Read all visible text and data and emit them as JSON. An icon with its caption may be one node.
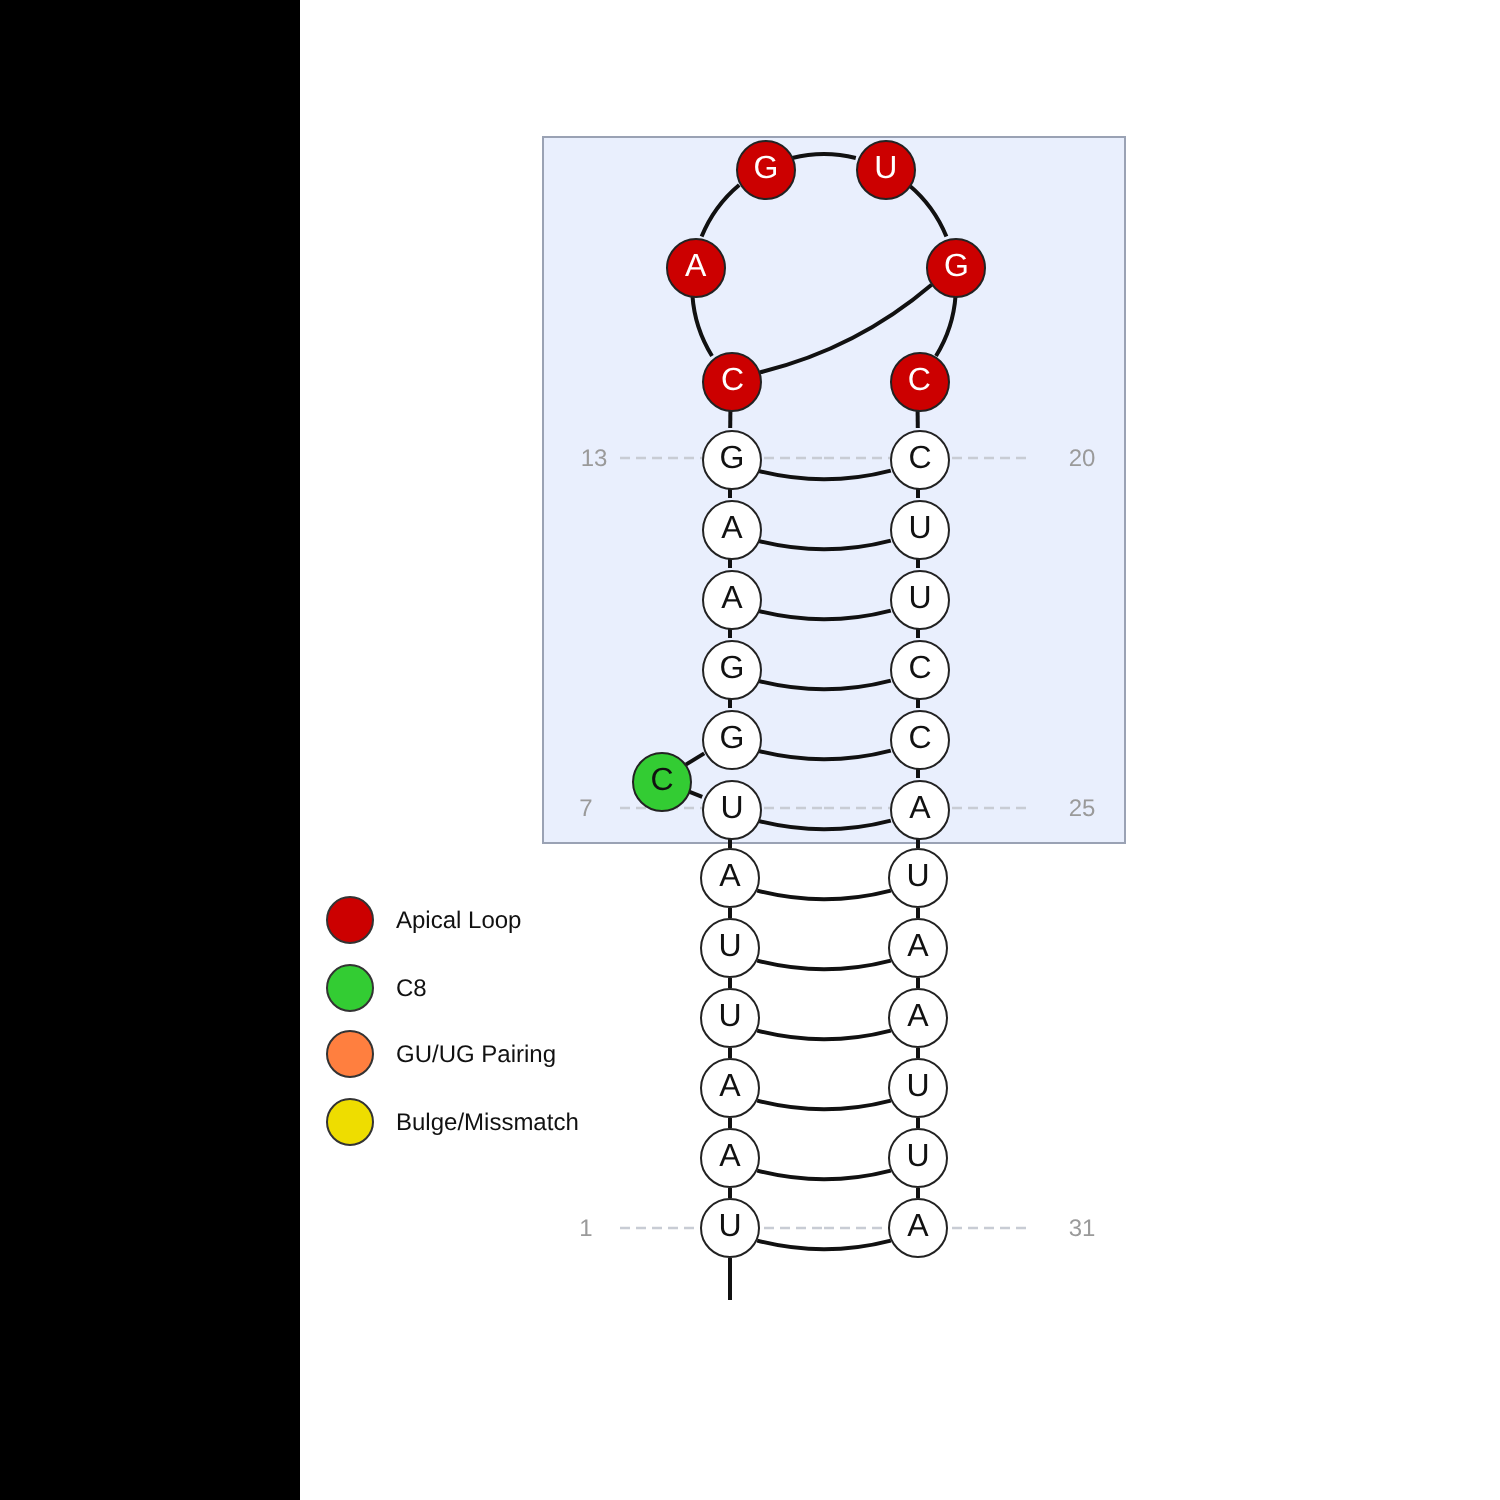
{
  "diagram": {
    "nodes": [
      {
        "text": [],
        "shape": "box"
      },
      {
        "text": [
          "U"
        ]
      },
      {
        "text": [
          "A"
        ]
      },
      {
        "text": [
          "A"
        ]
      },
      {
        "text": [
          "U"
        ]
      },
      {
        "text": [
          "U"
        ]
      },
      {
        "text": [
          "A"
        ]
      },
      {
        "text": [
          "U"
        ],
        "in": 0
      },
      {
        "text": [
          "C"
        ],
        "in": 0
      },
      {
        "text": [
          "G"
        ],
        "in": 0
      },
      {
        "text": [
          "G"
        ],
        "in": 0
      },
      {
        "text": [
          "A"
        ],
        "in": 0
      },
      {
        "text": [
          "A"
        ],
        "in": 0
      },
      {
        "text": [
          "G"
        ],
        "in": 0
      },
      {
        "text": [
          "C"
        ],
        "in": 0
      },
      {
        "text": [
          "A"
        ],
        "in": 0
      },
      {
        "text": [
          "G"
        ],
        "in": 0
      },
      {
        "text": [
          "U"
        ],
        "in": 0
      },
      {
        "text": [
          "G"
        ],
        "in": 0
      },
      {
        "text": [
          "C"
        ],
        "in": 0
      },
      {
        "text": [
          "C"
        ],
        "in": 0
      },
      {
        "text": [
          "U"
        ],
        "in": 0
      },
      {
        "text": [
          "U"
        ],
        "in": 0
      },
      {
        "text": [
          "C"
        ],
        "in": 0
      },
      {
        "text": [
          "C"
        ],
        "in": 0
      },
      {
        "text": [
          "A"
        ],
        "in": 0
      },
      {
        "text": [
          "U"
        ]
      },
      {
        "text": [
          "A"
        ]
      },
      {
        "text": [
          "A"
        ]
      },
      {
        "text": [
          "U"
        ]
      },
      {
        "text": [
          "U"
        ]
      },
      {
        "text": [
          "A"
        ]
      }
    ],
    "edges": [
      {
        "from": null,
        "to": 1,
        "arrow": "none"
      },
      {
        "from": 1,
        "to": 2,
        "arrow": "none"
      },
      {
        "from": 2,
        "to": 3,
        "arrow": "none"
      },
      {
        "from": 3,
        "to": 4,
        "arrow": "none"
      },
      {
        "from": 4,
        "to": 5,
        "arrow": "none"
      },
      {
        "from": 5,
        "to": 6,
        "arrow": "none"
      },
      {
        "from": 6,
        "to": 7,
        "arrow": "none"
      },
      {
        "from": 7,
        "to": 8,
        "arrow": "none"
      },
      {
        "from": 8,
        "to": 9,
        "arrow": "none"
      },
      {
        "from": 9,
        "to": 10,
        "arrow": "none"
      },
      {
        "from": 10,
        "to": 11,
        "arrow": "none"
      },
      {
        "from": 11,
        "to": 12,
        "arrow": "none"
      },
      {
        "from": 12,
        "to": 13,
        "arrow": "none"
      },
      {
        "from": 13,
        "to": 14,
        "arrow": "none"
      },
      {
        "from": 14,
        "to": 15,
        "arrow": "none"
      },
      {
        "from": 15,
        "to": 16,
        "arrow": "none"
      },
      {
        "from": 16,
        "to": 17,
        "arrow": "none"
      },
      {
        "from": 17,
        "to": 18,
        "arrow": "none"
      },
      {
        "from": 18,
        "to": 19,
        "arrow": "none"
      },
      {
        "from": 19,
        "to": 20,
        "arrow": "none"
      },
      {
        "from": 20,
        "to": 21,
        "arrow": "none"
      },
      {
        "from": 21,
        "to": 22,
        "arrow": "none"
      },
      {
        "from": 22,
        "to": 23,
        "arrow": "none"
      },
      {
        "from": 23,
        "to": 24,
        "arrow": "none"
      },
      {
        "from": 24,
        "to": 25,
        "arrow": "none"
      },
      {
        "from": 25,
        "to": 26,
        "arrow": "none"
      },
      {
        "from": 26,
        "to": 27,
        "arrow": "none"
      },
      {
        "from": 27,
        "to": 28,
        "arrow": "none"
      },
      {
        "from": 28,
        "to": 29,
        "arrow": "none"
      },
      {
        "from": 29,
        "to": 30,
        "arrow": "none"
      },
      {
        "from": 30,
        "to": 31,
        "arrow": "none"
      },
      {
        "from": 13,
        "to": 20,
        "arrow": "none"
      },
      {
        "from": 12,
        "to": 21,
        "arrow": "none"
      },
      {
        "from": 11,
        "to": 22,
        "arrow": "none"
      },
      {
        "from": 10,
        "to": 23,
        "arrow": "none"
      },
      {
        "from": 9,
        "to": 24,
        "arrow": "none"
      },
      {
        "from": 7,
        "to": 25,
        "arrow": "none"
      },
      {
        "from": 6,
        "to": 26,
        "arrow": "none"
      },
      {
        "from": 5,
        "to": 27,
        "arrow": "none"
      },
      {
        "from": 4,
        "to": 28,
        "arrow": "none"
      },
      {
        "from": 3,
        "to": 29,
        "arrow": "none"
      },
      {
        "from": 2,
        "to": 30,
        "arrow": "none"
      },
      {
        "from": 1,
        "to": 31,
        "arrow": "none"
      },
      {
        "from": 14,
        "to": 18,
        "arrow": "none"
      }
    ],
    "labels": [
      "13",
      "20",
      "7",
      "25",
      "1",
      "31"
    ],
    "legend": [
      {
        "text": "Apical Loop",
        "color": "#cc0000"
      },
      {
        "text": "C8",
        "color": "#33cc33"
      },
      {
        "text": "GU/UG Pairing",
        "color": "#ff7f3f"
      },
      {
        "text": "Bulge/Missmatch",
        "color": "#eedd00"
      }
    ]
  }
}
